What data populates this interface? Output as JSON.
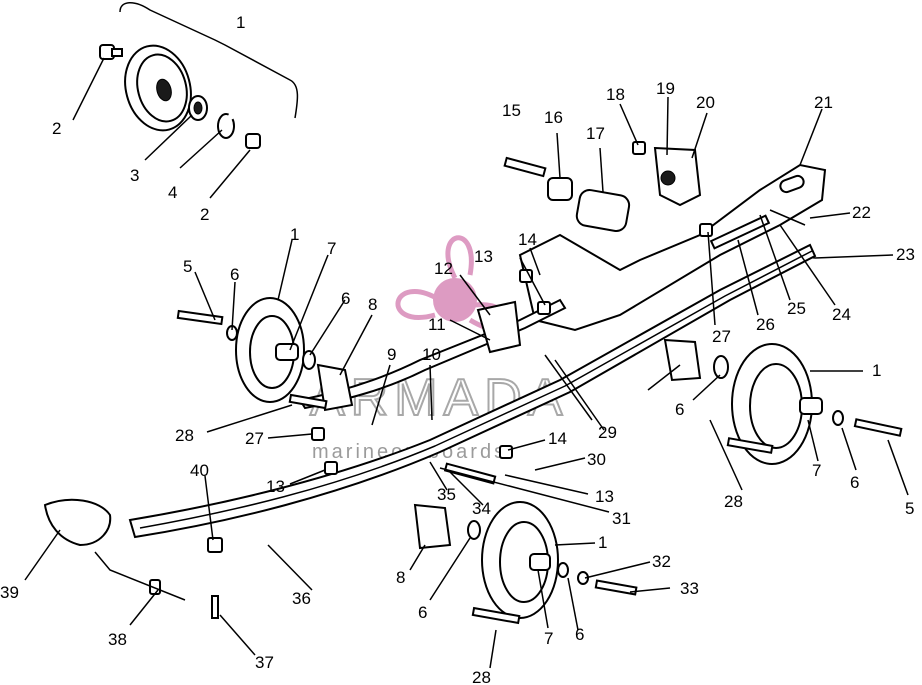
{
  "watermark": {
    "brand": "ARMADA",
    "tagline": "marineoutboards",
    "color": "#d88ab8"
  },
  "callouts": [
    "1",
    "2",
    "3",
    "4",
    "2",
    "1",
    "7",
    "5",
    "6",
    "6",
    "8",
    "9",
    "10",
    "11",
    "12",
    "13",
    "14",
    "15",
    "16",
    "17",
    "18",
    "19",
    "20",
    "21",
    "22",
    "23",
    "24",
    "25",
    "26",
    "27",
    "27",
    "28",
    "29",
    "14",
    "30",
    "13",
    "13",
    "31",
    "34",
    "35",
    "40",
    "36",
    "39",
    "38",
    "37",
    "8",
    "6",
    "1",
    "7",
    "6",
    "32",
    "33",
    "28",
    "1",
    "6",
    "7",
    "6",
    "5",
    "28"
  ],
  "icons": [
    "idler-wheel-icon",
    "bolt-icon",
    "nut-icon",
    "washer-icon",
    "bearing-icon",
    "snap-ring-icon",
    "rail-icon",
    "bracket-icon",
    "rail-tip-icon",
    "fastener-icon"
  ]
}
